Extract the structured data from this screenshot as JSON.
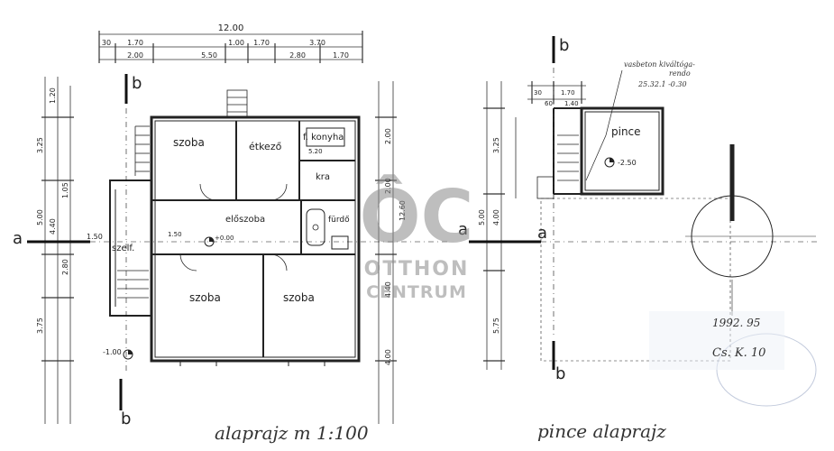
{
  "plans": {
    "ground": {
      "caption": "alaprajz   m  1:100",
      "overall_width": "12.00",
      "top_dims_row1": [
        "30",
        "1.70",
        "1.00",
        "1.70",
        "3.70"
      ],
      "top_dims_row2": [
        "2.00",
        "5.50",
        "2.80",
        "1.70"
      ],
      "left_dims": [
        "3.25",
        "1.20",
        "5.00",
        "2.80",
        "1.50",
        "1.05",
        "4.40",
        "3.75"
      ],
      "right_dims": [
        "2.00",
        "2.00",
        "4.40",
        "4.00",
        "12.60"
      ],
      "rooms": [
        "szoba",
        "étkező",
        "f. konyha",
        "kra",
        "előszoba",
        "fürdő",
        "szoba",
        "szoba",
        "szelf."
      ],
      "small_notes": [
        "5.20",
        "+0.00",
        "-1.00",
        "1.50"
      ],
      "section_marks": [
        "b",
        "b",
        "a",
        "a"
      ]
    },
    "cellar": {
      "caption": "pince    alaprajz",
      "room": "pince",
      "level": "-2.50",
      "note_line1": "vasbeton kiváltóga-",
      "note_line2": "rendo",
      "note_line3": "25.32.1 -0.30",
      "dims_top": [
        "30",
        "1.70",
        "60",
        "1.40"
      ],
      "left_dims": [
        "3.25",
        "5.00",
        "4.00",
        "5.75"
      ],
      "section_marks": [
        "b",
        "b",
        "a"
      ]
    }
  },
  "watermark": {
    "logo": "ÔC",
    "line1": "OTTHON",
    "line2": "CENTRUM",
    "color": "#8a8a8a"
  },
  "stamp": {
    "date": "1992. 95",
    "signature": "Cs. K. 10"
  }
}
